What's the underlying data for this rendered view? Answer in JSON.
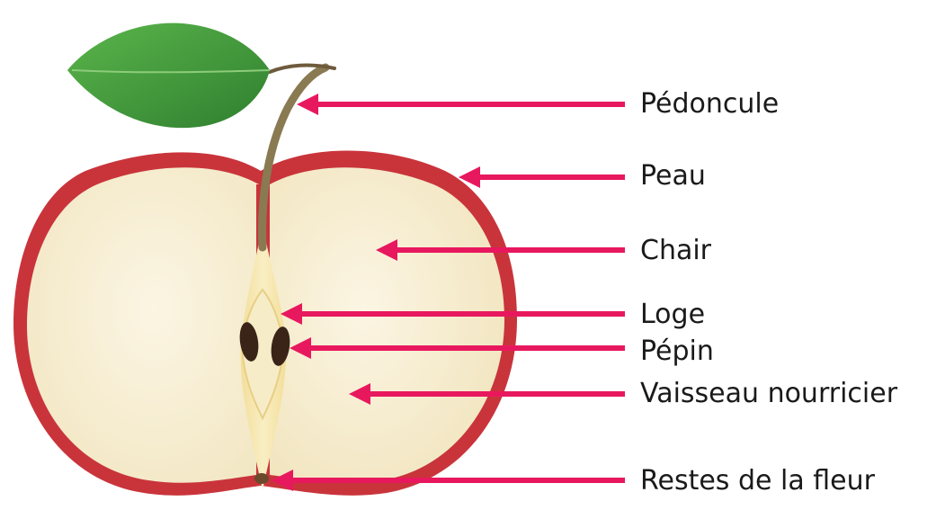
{
  "colors": {
    "arrow": "#e8185f",
    "skin": "#c9343b",
    "flesh": "#f9f1da",
    "core": "#f0d882",
    "seed": "#3a2418",
    "leaf": "#3f9a3a",
    "stem": "#8a7a52"
  },
  "labels": [
    {
      "id": "pedoncule",
      "text": "Pédoncule"
    },
    {
      "id": "peau",
      "text": "Peau"
    },
    {
      "id": "chair",
      "text": "Chair"
    },
    {
      "id": "loge",
      "text": "Loge"
    },
    {
      "id": "pepin",
      "text": "Pépin"
    },
    {
      "id": "vaisseau",
      "text": "Vaisseau nourricier"
    },
    {
      "id": "restes",
      "text": "Restes de la fleur"
    }
  ]
}
